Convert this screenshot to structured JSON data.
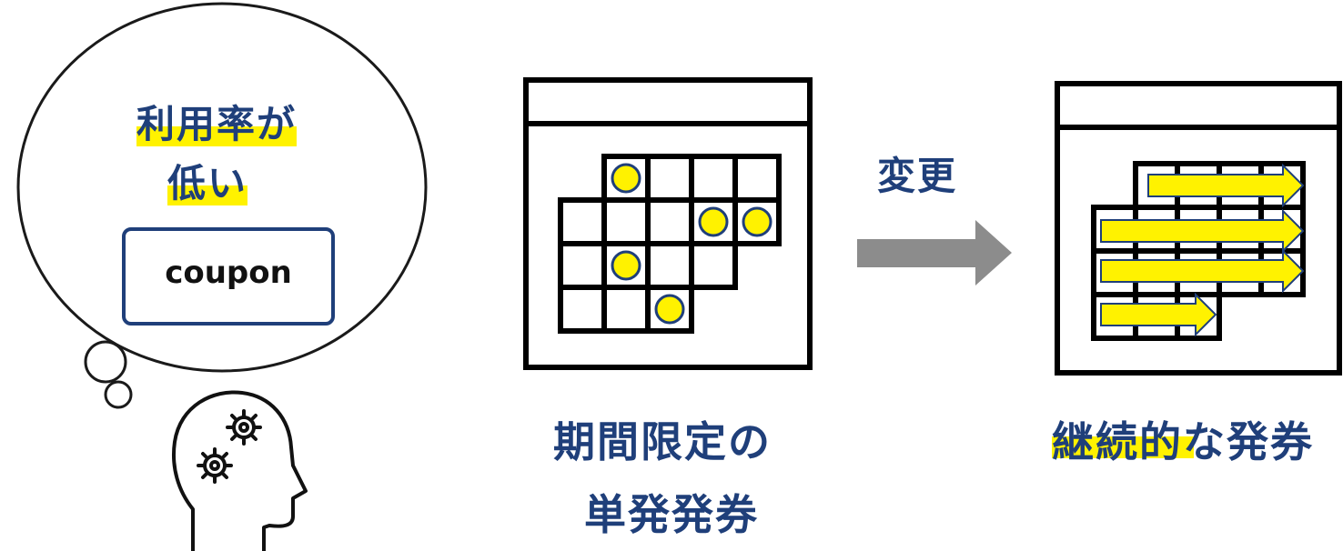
{
  "thought": {
    "line1": "利用率が",
    "line2": "低い",
    "coupon": "coupon"
  },
  "before": {
    "caption_line1": "期間限定の",
    "caption_line2": "単発発券"
  },
  "change_label": "変更",
  "after": {
    "caption_highlight": "継続的",
    "caption_rest": "な発券"
  },
  "colors": {
    "text_blue": "#1f3f7a",
    "highlight_yellow": "#fff200",
    "arrow_gray": "#8c8c8c",
    "outline": "#000000"
  },
  "icons": {
    "thinking_head": "head-with-gears-icon",
    "calendar_single": "calendar-single-use-icon",
    "calendar_continuous": "calendar-continuous-icon",
    "change_arrow": "right-arrow-icon"
  }
}
